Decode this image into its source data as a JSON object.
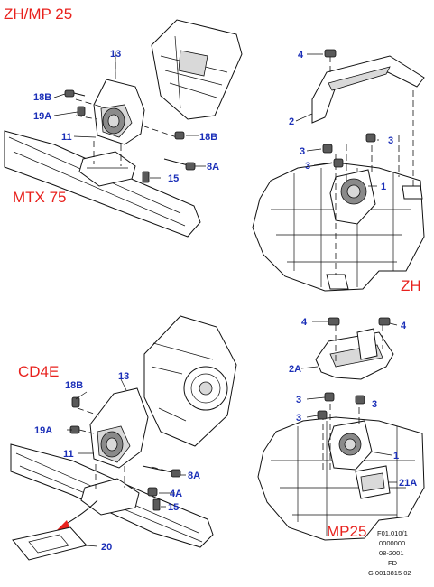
{
  "captions": {
    "zh_mp25": "ZH/MP 25",
    "mtx75": "MTX 75",
    "zh": "ZH",
    "cd4e": "CD4E",
    "mp25": "MP25"
  },
  "callouts": {
    "tl": {
      "c13": "13",
      "c18b_a": "18B",
      "c19a": "19A",
      "c11": "11",
      "c18b_b": "18B",
      "c8a": "8A",
      "c15": "15"
    },
    "tr": {
      "c4": "4",
      "c2": "2",
      "c3_a": "3",
      "c3_b": "3",
      "c3_c": "3",
      "c1": "1"
    },
    "bl": {
      "c13": "13",
      "c18b": "18B",
      "c19a": "19A",
      "c11": "11",
      "c8a": "8A",
      "c4a": "4A",
      "c15": "15",
      "c20": "20"
    },
    "br": {
      "c4_a": "4",
      "c4_b": "4",
      "c2a": "2A",
      "c3_a": "3",
      "c3_b": "3",
      "c3_c": "3",
      "c1": "1",
      "c21a": "21A"
    }
  },
  "reference": {
    "line1": "F01.010/1",
    "line2": "0000000",
    "line3": "08-2001",
    "line4": "FD",
    "line5": "G 0013815 02"
  },
  "colors": {
    "caption": "#e8211d",
    "callout": "#1b2fb8",
    "line": "#111111"
  }
}
